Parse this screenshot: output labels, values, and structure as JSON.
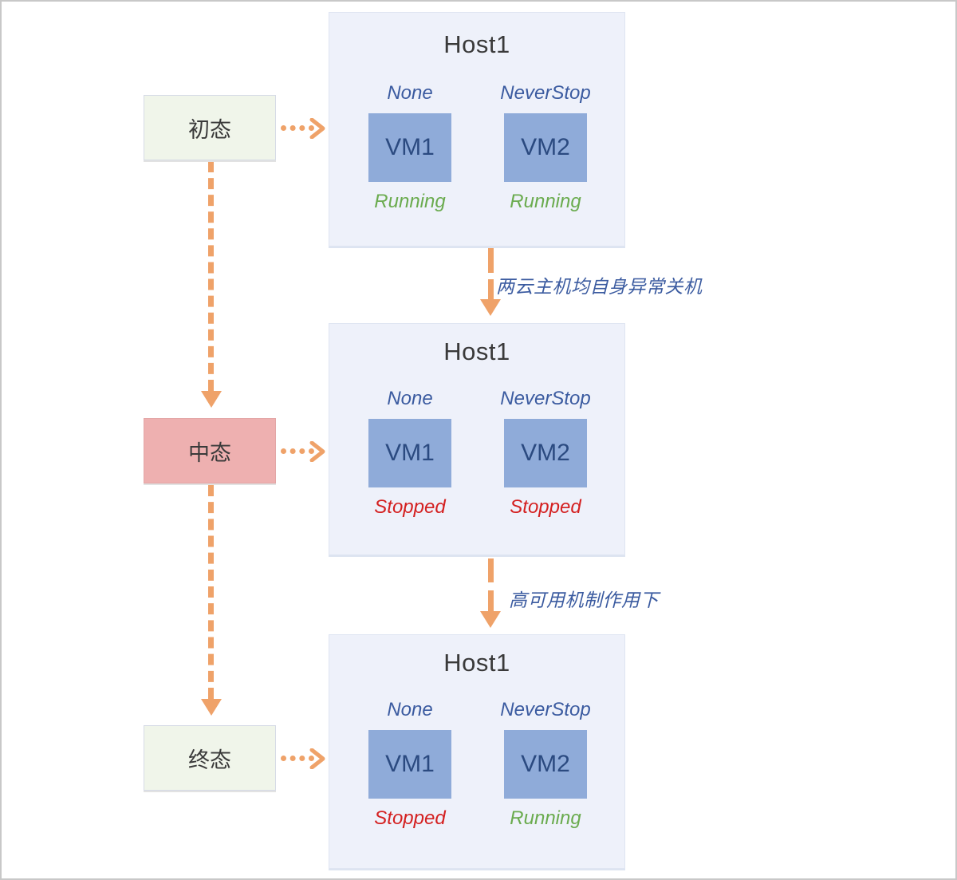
{
  "diagram": {
    "title": "VM high-availability state transition diagram",
    "colors": {
      "host_bg": "#eef1fa",
      "vm_fill": "#8fabd9",
      "arrow": "#efa269",
      "policy_text": "#3b5ba0",
      "running": "#6aab4e",
      "stopped": "#d42020",
      "stage_green": "#f0f5ea",
      "stage_pink": "#eeb0b0"
    }
  },
  "stages": [
    {
      "id": "initial",
      "label": "初态",
      "style": "green"
    },
    {
      "id": "middle",
      "label": "中态",
      "style": "pink"
    },
    {
      "id": "final",
      "label": "终态",
      "style": "green"
    }
  ],
  "hosts": [
    {
      "id": "host-top",
      "title": "Host1",
      "vms": [
        {
          "name": "VM1",
          "policy": "None",
          "state": "Running",
          "state_kind": "running"
        },
        {
          "name": "VM2",
          "policy": "NeverStop",
          "state": "Running",
          "state_kind": "running"
        }
      ]
    },
    {
      "id": "host-middle",
      "title": "Host1",
      "vms": [
        {
          "name": "VM1",
          "policy": "None",
          "state": "Stopped",
          "state_kind": "stopped"
        },
        {
          "name": "VM2",
          "policy": "NeverStop",
          "state": "Stopped",
          "state_kind": "stopped"
        }
      ]
    },
    {
      "id": "host-bottom",
      "title": "Host1",
      "vms": [
        {
          "name": "VM1",
          "policy": "None",
          "state": "Stopped",
          "state_kind": "stopped"
        },
        {
          "name": "VM2",
          "policy": "NeverStop",
          "state": "Running",
          "state_kind": "running"
        }
      ]
    }
  ],
  "transitions": [
    {
      "id": "t1",
      "label": "两云主机均自身异常关机"
    },
    {
      "id": "t2",
      "label": "高可用机制作用下"
    }
  ]
}
